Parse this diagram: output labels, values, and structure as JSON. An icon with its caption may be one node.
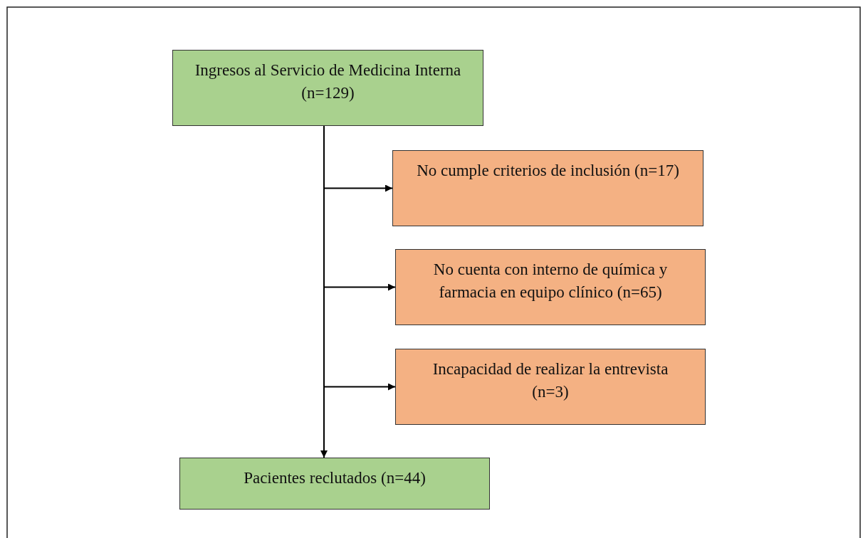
{
  "diagram": {
    "nodes": [
      {
        "text": [
          "Ingresos al Servicio de Medicina Interna (n=129)"
        ]
      },
      {
        "text": [
          "No cumple criterios de inclusión (n=17)"
        ]
      },
      {
        "text": [
          "No cuenta con interno de química y farmacia en equipo clínico (n=65)"
        ]
      },
      {
        "text": [
          "Incapacidad de realizar la entrevista (n=3)"
        ]
      },
      {
        "text": [
          "Pacientes reclutados (n=44)"
        ]
      }
    ],
    "edges": [
      {
        "from": 0,
        "to": 1,
        "arrow": "to"
      },
      {
        "from": 0,
        "to": 2,
        "arrow": "to"
      },
      {
        "from": 0,
        "to": 3,
        "arrow": "to"
      },
      {
        "from": 0,
        "to": 4,
        "arrow": "to"
      }
    ]
  }
}
